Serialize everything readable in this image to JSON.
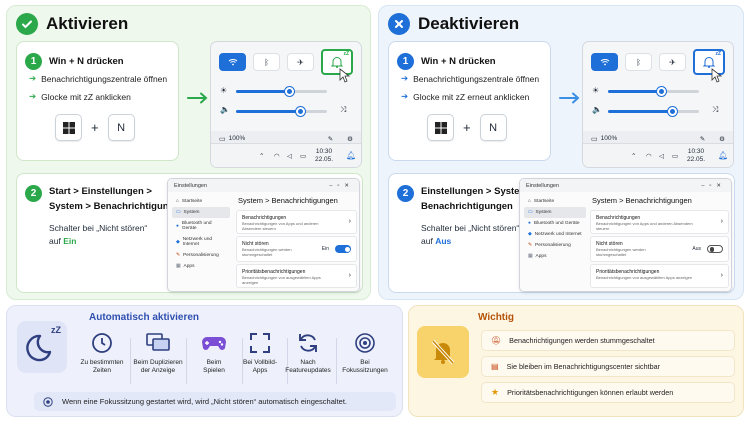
{
  "activate": {
    "title": "Aktivieren",
    "accent": "#2aa84a",
    "step1": {
      "num": "1",
      "title": "Win + N drücken",
      "b1": "Benachrichtigungszentrale öffnen",
      "b2": "Glocke mit zZ anklicken",
      "plus": "+",
      "key": "N"
    },
    "step2": {
      "num": "2",
      "title_l1": "Start > Einstellungen >",
      "title_l2": "System > Benachrichtigungen",
      "body_l1": "Schalter bei „Nicht stören“",
      "body_pre": "auf ",
      "state": "Ein"
    }
  },
  "deactivate": {
    "title": "Deaktivieren",
    "accent": "#1f6fd8",
    "step1": {
      "num": "1",
      "title": "Win + N drücken",
      "b1": "Benachrichtigungszentrale öffnen",
      "b2": "Glocke mit zZ erneut anklicken",
      "plus": "+",
      "key": "N"
    },
    "step2": {
      "num": "2",
      "title_l1": "Einstellungen > System >",
      "title_l2": "Benachrichtigungen",
      "body_l1": "Schalter bei „Nicht stören“",
      "body_pre": "auf ",
      "state": "Aus"
    }
  },
  "quick_settings": {
    "battery": "100%",
    "time": "10:30",
    "date": "22.05.",
    "bell_label": "zZ"
  },
  "settings_window": {
    "app": "Einstellungen",
    "breadcrumb": "System  >  Benachrichtigungen",
    "nav": [
      "Startseite",
      "System",
      "Bluetooth und Geräte",
      "Netzwerk und Internet",
      "Personalisierung",
      "Apps"
    ],
    "rows": [
      {
        "title": "Benachrichtigungen",
        "sub": "Benachrichtigungen von Apps und anderen Absendern steuern"
      },
      {
        "title": "Nicht stören",
        "sub": "Benachrichtigungen werden stummgeschaltet"
      },
      {
        "title": "Prioritätsbenachrichtigungen",
        "sub": "Benachrichtigungen von ausgewählten Apps anzeigen"
      }
    ],
    "toggle_on": "Ein",
    "toggle_off": "Aus"
  },
  "auto": {
    "title": "Automatisch aktivieren",
    "triggers": [
      {
        "l1": "Zu bestimmten",
        "l2": "Zeiten"
      },
      {
        "l1": "Beim Duplizieren",
        "l2": "der Anzeige"
      },
      {
        "l1": "Beim",
        "l2": "Spielen"
      },
      {
        "l1": "Bei Vollbild-",
        "l2": "Apps"
      },
      {
        "l1": "Nach",
        "l2": "Featureupdates"
      },
      {
        "l1": "Bei",
        "l2": "Fokussitzungen"
      }
    ],
    "note": "Wenn eine Fokussitzung gestartet wird, wird „Nicht stören“ automatisch eingeschaltet.",
    "moon_label": "zZ"
  },
  "important": {
    "title": "Wichtig",
    "items": [
      "Benachrichtigungen werden stummgeschaltet",
      "Sie bleiben im Benachrichtigungscenter sichtbar",
      "Prioritätsbenachrichtigungen können erlaubt werden"
    ]
  }
}
